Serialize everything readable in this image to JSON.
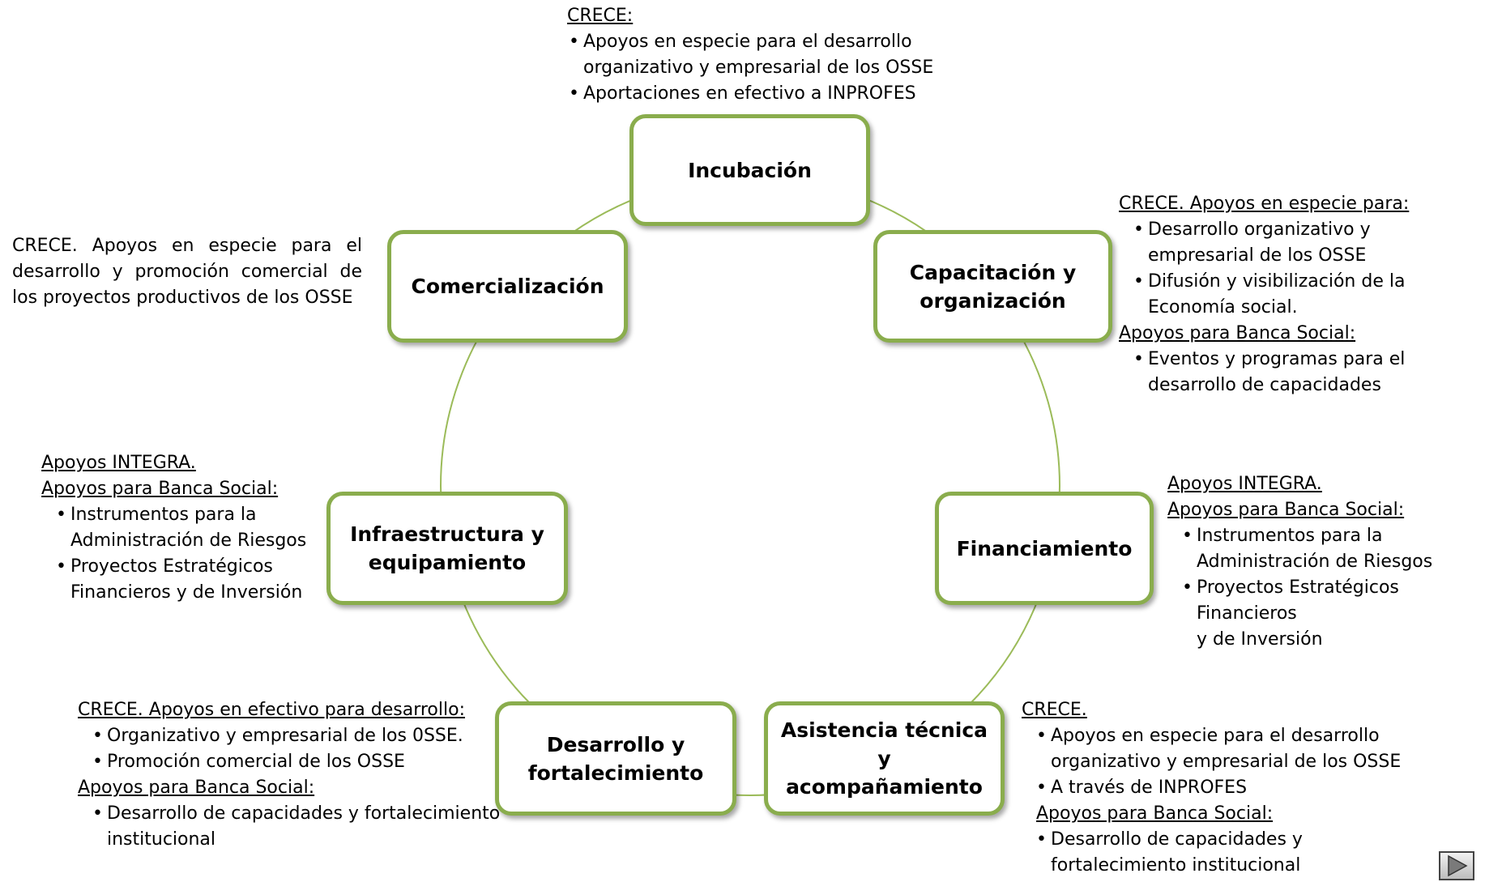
{
  "nodes": {
    "incubacion": "Incubación",
    "capacitacion": [
      "Capacitación y",
      "organización"
    ],
    "financiamiento": "Financiamiento",
    "asistencia": [
      "Asistencia técnica y",
      "acompañamiento"
    ],
    "desarrollo": [
      "Desarrollo y",
      "fortalecimiento"
    ],
    "infraestructura": [
      "Infraestructura y",
      "equipamiento"
    ],
    "comercializacion": "Comercialización"
  },
  "notes": {
    "incubacion": {
      "heading": "CRECE:",
      "items": [
        [
          "Apoyos en especie para el desarrollo",
          "organizativo y empresarial de los OSSE"
        ],
        [
          "Aportaciones en efectivo a INPROFES"
        ]
      ]
    },
    "capacitacion": {
      "heading": "CRECE. Apoyos en especie para:",
      "items": [
        [
          "Desarrollo organizativo y",
          "empresarial de los OSSE"
        ],
        [
          "Difusión y visibilización de la",
          "Economía social."
        ]
      ],
      "heading2": "Apoyos para Banca Social:",
      "items2": [
        [
          "Eventos y programas para el",
          "desarrollo de capacidades"
        ]
      ]
    },
    "financiamiento": {
      "heading": "Apoyos INTEGRA.",
      "heading2": "Apoyos para Banca Social:",
      "items": [
        [
          "Instrumentos para la",
          "Administración de Riesgos"
        ],
        [
          "Proyectos Estratégicos Financieros",
          "y de Inversión"
        ]
      ]
    },
    "asistencia": {
      "heading": "CRECE.",
      "items": [
        [
          "Apoyos en especie para el desarrollo",
          "organizativo y empresarial de los OSSE"
        ],
        [
          "A través de INPROFES"
        ]
      ],
      "heading2": "Apoyos para Banca Social:",
      "items2": [
        [
          "Desarrollo de capacidades y",
          "fortalecimiento institucional"
        ]
      ]
    },
    "desarrollo": {
      "heading": "CRECE. Apoyos en efectivo para desarrollo:",
      "items": [
        [
          "Organizativo y empresarial de los 0SSE."
        ],
        [
          "Promoción comercial de los OSSE"
        ]
      ],
      "heading2": "Apoyos para Banca Social:",
      "items2": [
        [
          "Desarrollo de capacidades y fortalecimiento",
          "institucional"
        ]
      ]
    },
    "infraestructura": {
      "heading": "Apoyos INTEGRA.",
      "heading2": "Apoyos para Banca Social:",
      "items": [
        [
          "Instrumentos para la",
          "Administración de Riesgos"
        ],
        [
          "Proyectos Estratégicos",
          "Financieros y de Inversión"
        ]
      ]
    },
    "comercializacion": {
      "text": [
        "CRECE. Apoyos en especie para el",
        "desarrollo y promoción comercial de",
        "los proyectos productivos de los OSSE"
      ]
    }
  },
  "colors": {
    "node_border": "#8aad4d",
    "connector": "#9bbb59"
  },
  "icons": {
    "next": "play-next-icon"
  }
}
